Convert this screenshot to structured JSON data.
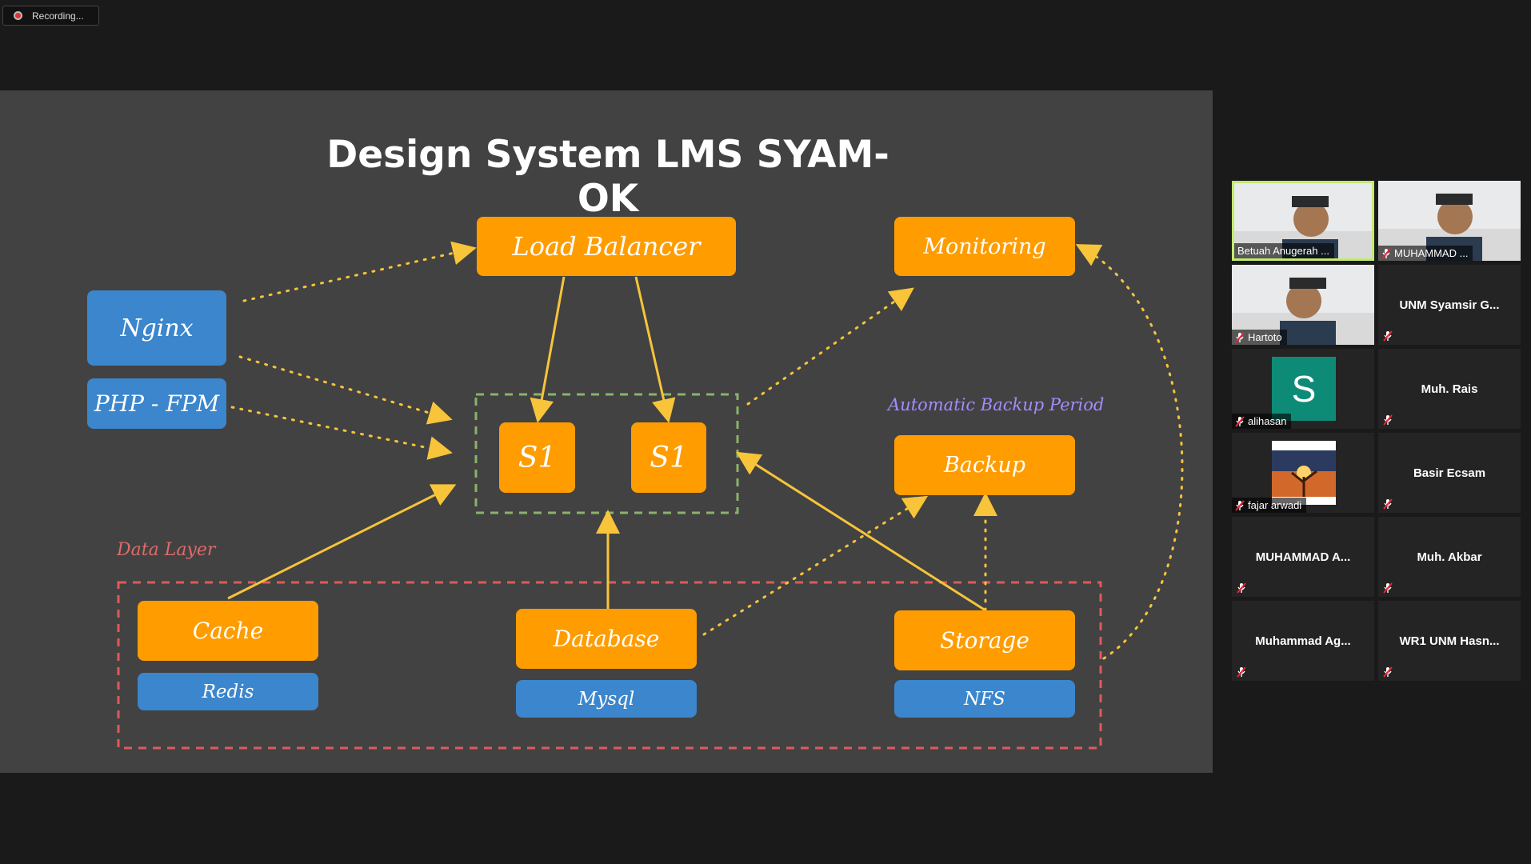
{
  "recording": {
    "label": "Recording..."
  },
  "slide": {
    "title": "Design System LMS SYAM-OK",
    "boxes": {
      "load_balancer": "Load Balancer",
      "monitoring": "Monitoring",
      "nginx": "Nginx",
      "php_fpm": "PHP - FPM",
      "server1": "S1",
      "server2": "S1",
      "backup": "Backup",
      "cache": "Cache",
      "redis": "Redis",
      "database": "Database",
      "mysql": "Mysql",
      "storage": "Storage",
      "nfs": "NFS"
    },
    "labels": {
      "automatic_backup": "Automatic Backup Period",
      "data_layer": "Data Layer"
    },
    "colors": {
      "background": "#424242",
      "orange_box": "#ff9c00",
      "blue_box": "#3b86cc",
      "arrow": "#f7c43a",
      "server_group_border": "#8ab36a",
      "data_layer_border": "#e05a5a",
      "backup_label": "#a58cff",
      "data_layer_label": "#e06a6a"
    }
  },
  "participants": [
    {
      "name": "Betuah Anugerah ...",
      "type": "video",
      "active": true,
      "muted": false
    },
    {
      "name": "MUHAMMAD ...",
      "type": "video",
      "active": false,
      "muted": true
    },
    {
      "name": "Hartoto",
      "type": "video",
      "active": false,
      "muted": true
    },
    {
      "name": "UNM Syamsir G...",
      "type": "name",
      "active": false,
      "muted": true
    },
    {
      "name": "alihasan",
      "type": "avatar",
      "avatar_letter": "S",
      "active": false,
      "muted": true
    },
    {
      "name": "Muh. Rais",
      "type": "name",
      "active": false,
      "muted": true
    },
    {
      "name": "fajar arwadi",
      "type": "picture",
      "active": false,
      "muted": true
    },
    {
      "name": "Basir Ecsam",
      "type": "name",
      "active": false,
      "muted": true
    },
    {
      "name": "MUHAMMAD A...",
      "type": "name",
      "active": false,
      "muted": true
    },
    {
      "name": "Muh. Akbar",
      "type": "name",
      "active": false,
      "muted": true
    },
    {
      "name": "Muhammad Ag...",
      "type": "name",
      "active": false,
      "muted": true
    },
    {
      "name": "WR1 UNM Hasn...",
      "type": "name",
      "active": false,
      "muted": true
    }
  ]
}
